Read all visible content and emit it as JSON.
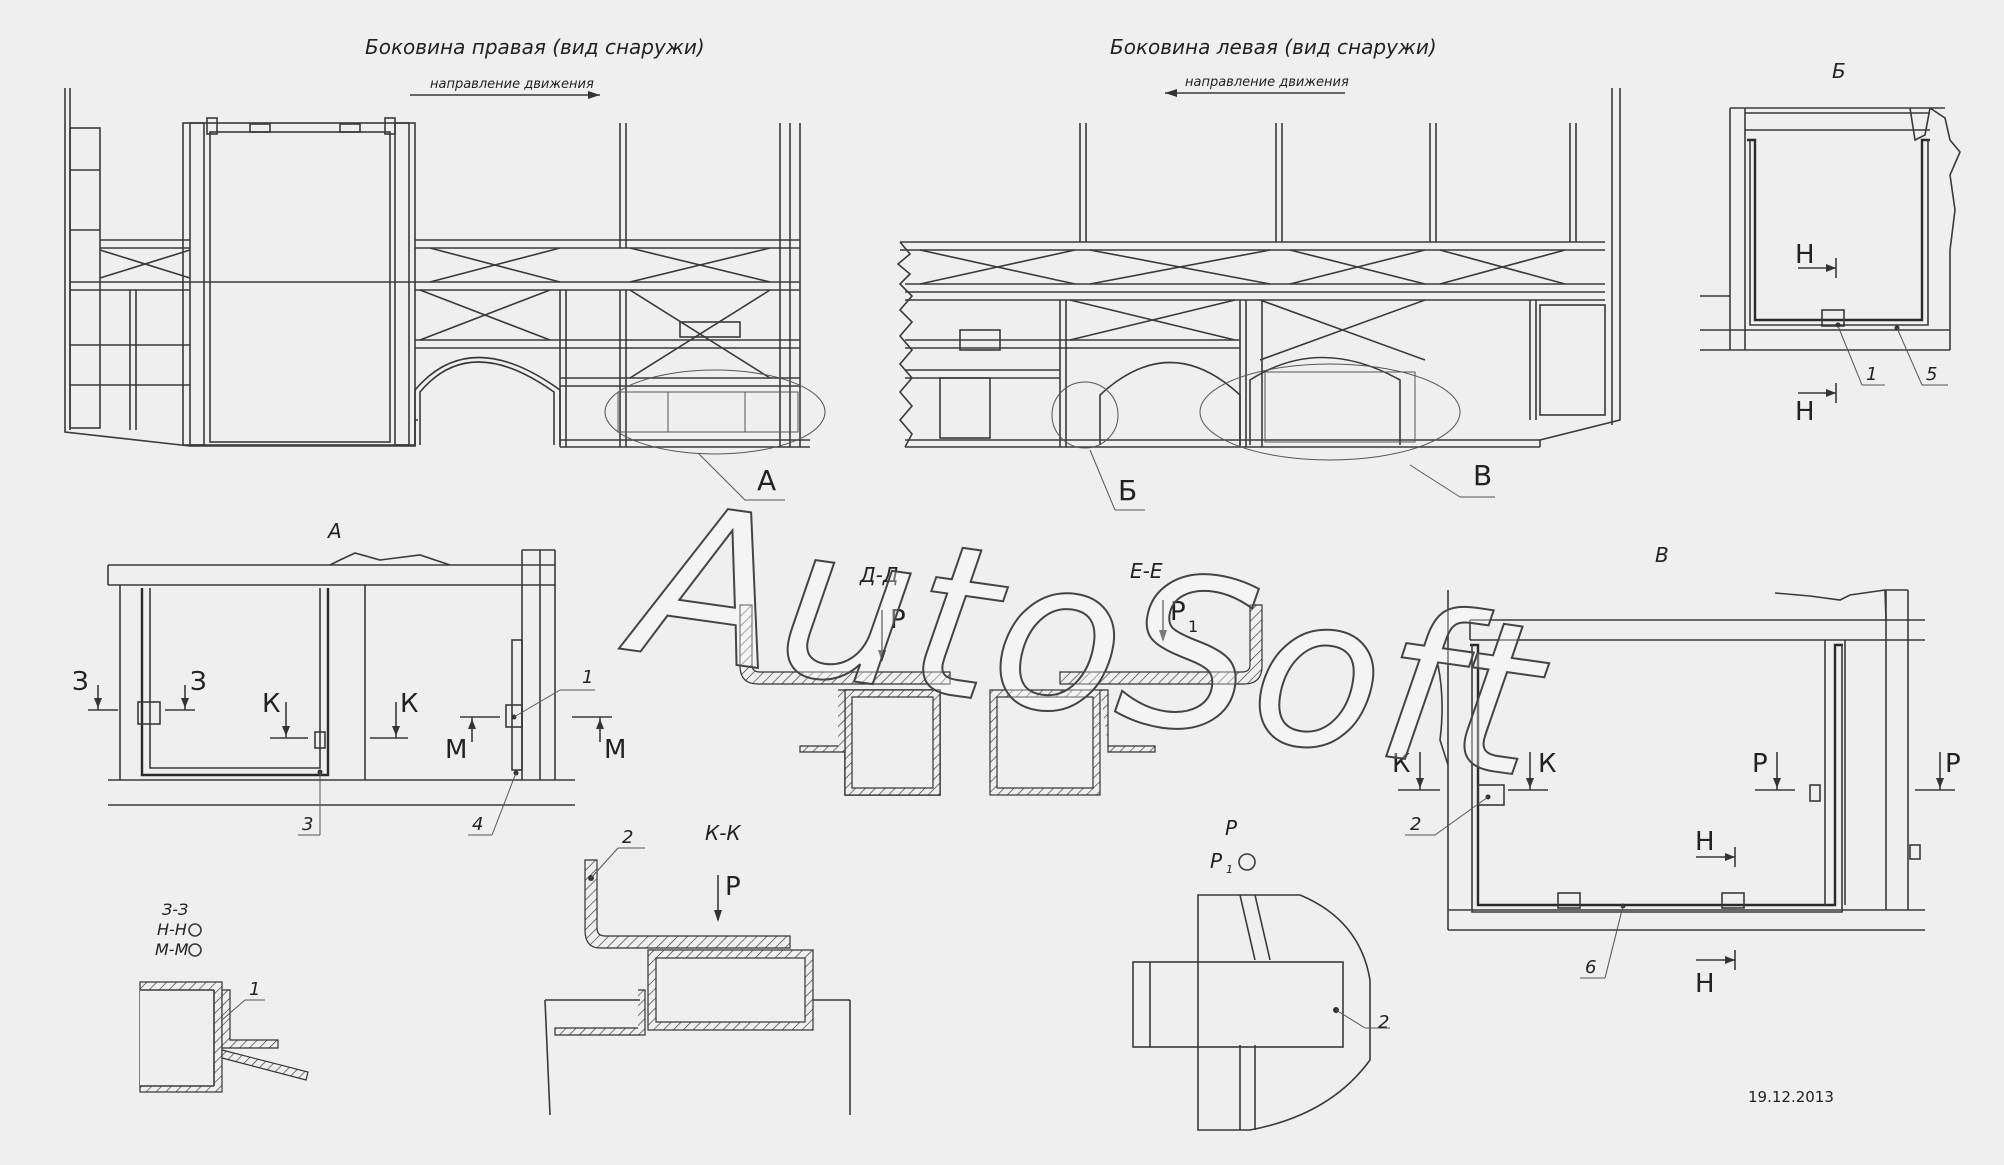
{
  "titles": {
    "right_side": "Боковина правая (вид снаружи)",
    "left_side": "Боковина левая (вид снаружи)",
    "direction_right": "направление движения",
    "direction_left": "направление движения"
  },
  "view_labels": {
    "view_b": "Б",
    "view_a": "А",
    "view_v": "В",
    "section_dd": "Д-Д",
    "section_ee": "Е-Е",
    "section_kk": "К-К",
    "section_zz": "З-З",
    "section_nn": "Н-Н",
    "section_mm": "М-М",
    "view_r": "Р",
    "view_r1": "Р",
    "view_r1_sub": "1"
  },
  "callouts": {
    "a": "А",
    "b": "Б",
    "v": "В"
  },
  "section_marks": {
    "h": "Н",
    "z": "З",
    "k": "К",
    "m": "М",
    "p": "Р",
    "p1_main": "Р",
    "p1_sub": "1"
  },
  "part_numbers": {
    "n1": "1",
    "n2": "2",
    "n3": "3",
    "n4": "4",
    "n5": "5",
    "n6": "6"
  },
  "watermark": "AutoSoft",
  "date": "19.12.2013"
}
